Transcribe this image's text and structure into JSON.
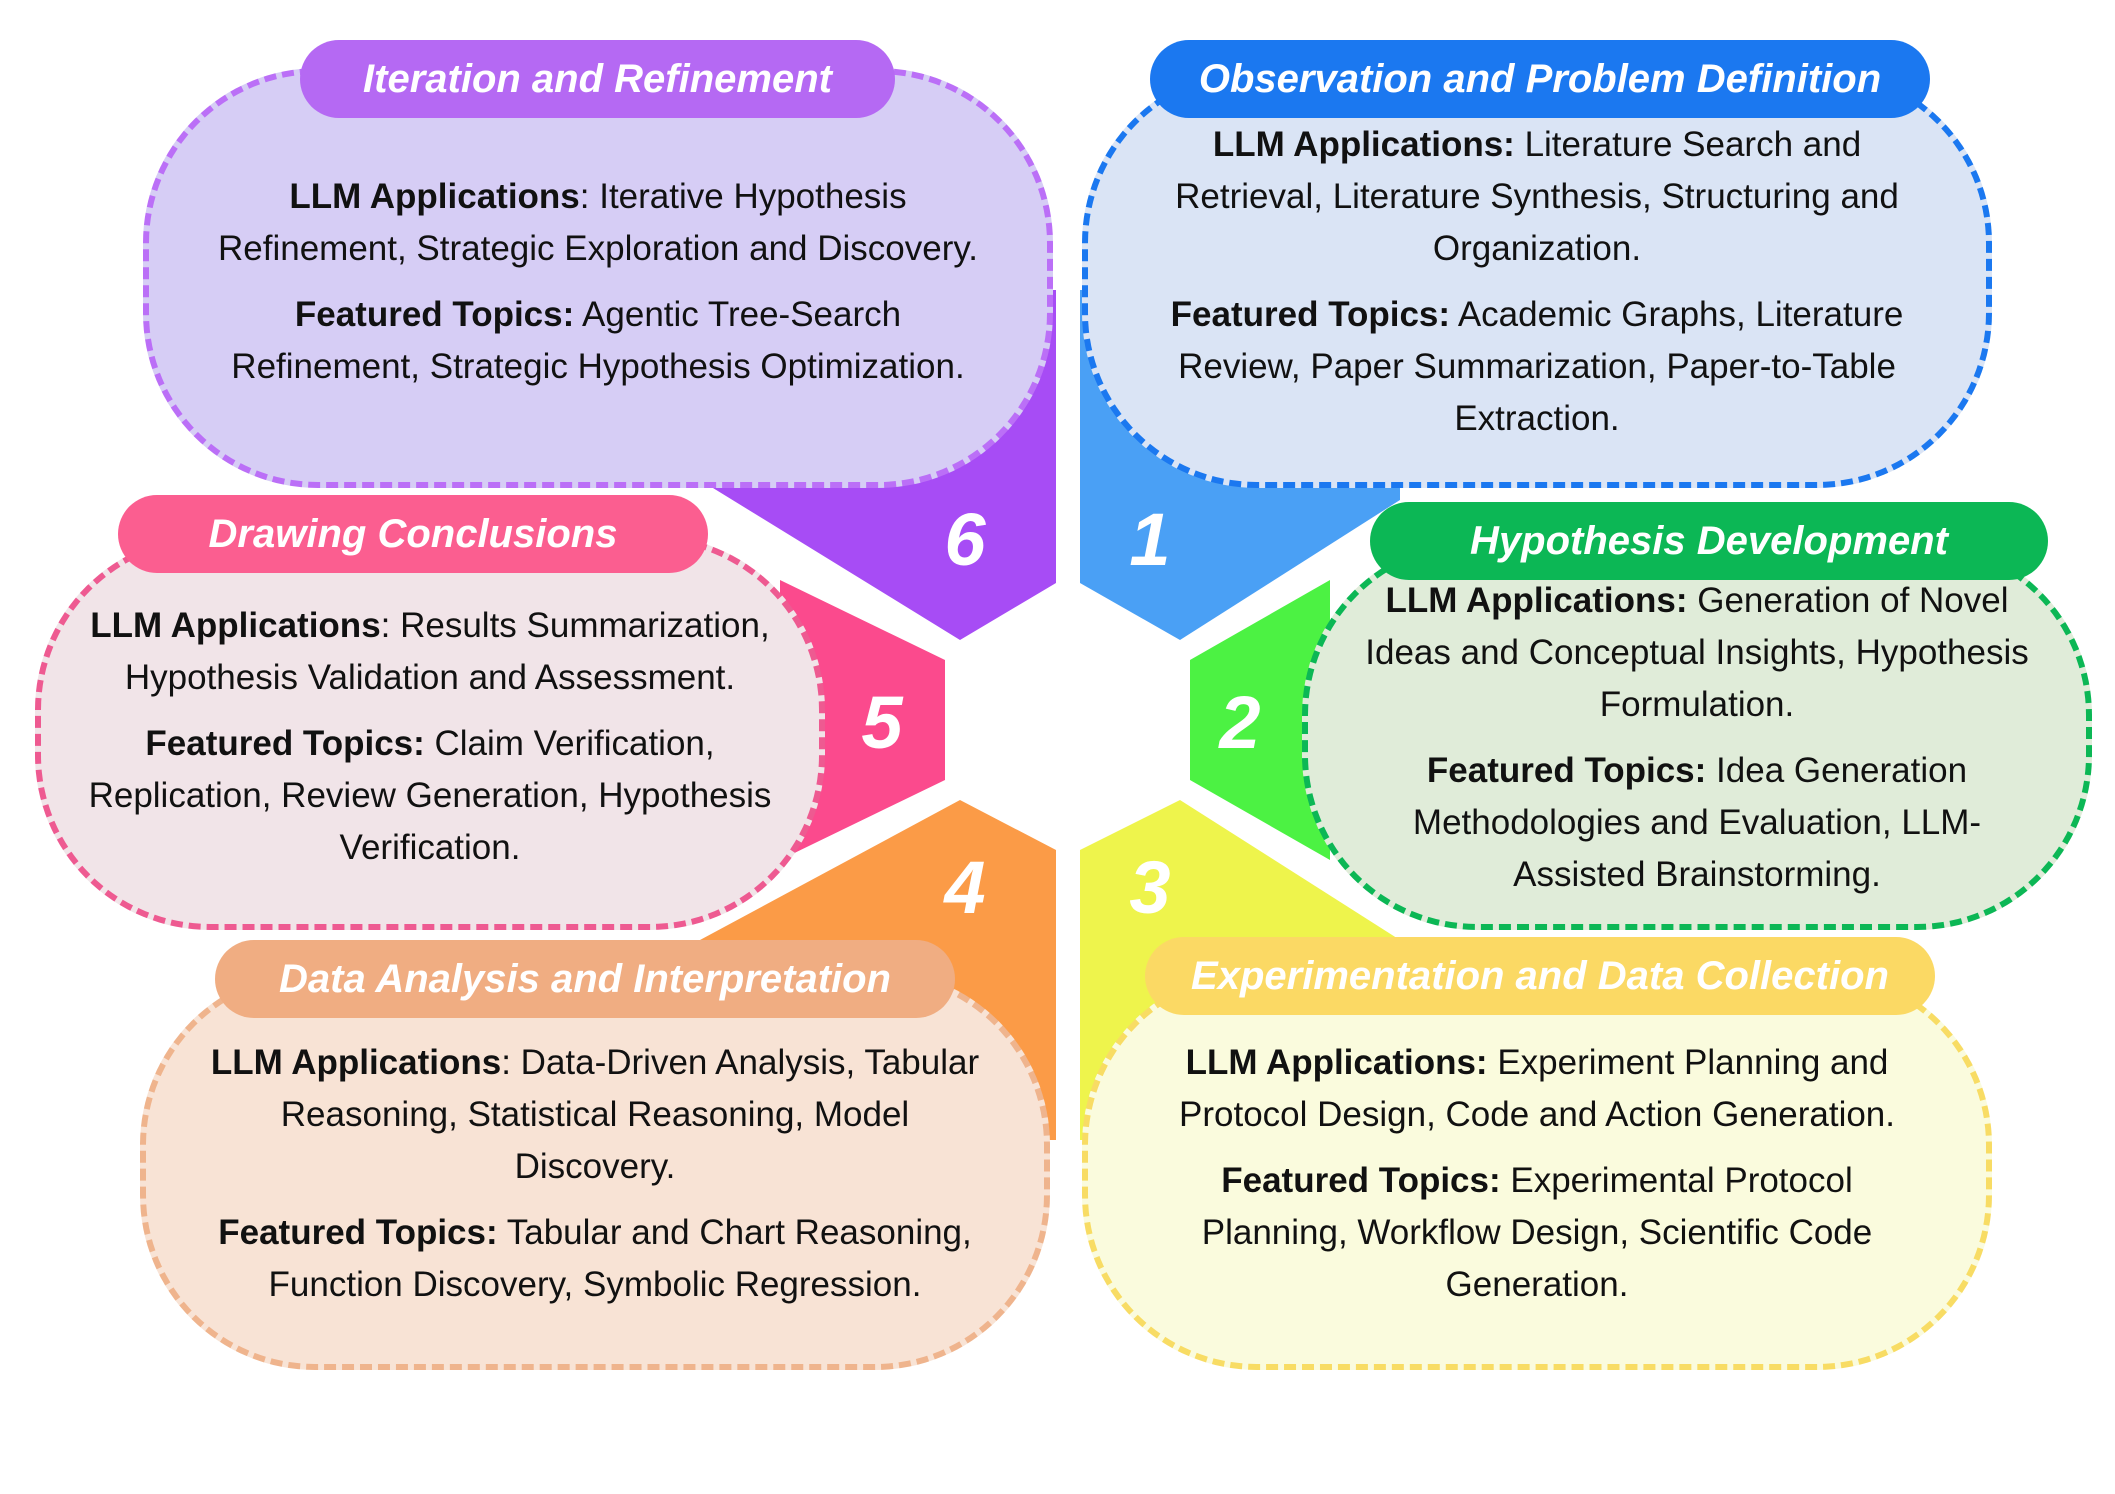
{
  "colors": {
    "step1": "#4aa0f5",
    "step2": "#4cf243",
    "step3": "#eef44c",
    "step4": "#fb9b47",
    "step5": "#fb4a8d",
    "step6": "#a74cf5"
  },
  "stages": [
    {
      "number": "1",
      "title": "Observation and Problem Definition",
      "apps_label": "LLM Applications:",
      "apps_text": " Literature Search and Retrieval, Literature Synthesis, Structuring and Organization.",
      "topics_label": "Featured Topics:",
      "topics_text": " Academic Graphs, Literature Review, Paper Summarization, Paper-to-Table Extraction."
    },
    {
      "number": "2",
      "title": "Hypothesis Development",
      "apps_label": "LLM Applications:",
      "apps_text": " Generation of Novel Ideas and Conceptual Insights, Hypothesis Formulation.",
      "topics_label": "Featured Topics:",
      "topics_text": " Idea Generation Methodologies and Evaluation, LLM-Assisted Brainstorming."
    },
    {
      "number": "3",
      "title": "Experimentation and Data Collection",
      "apps_label": "LLM Applications:",
      "apps_text": " Experiment Planning and Protocol Design, Code and Action Generation.",
      "topics_label": "Featured Topics:",
      "topics_text": " Experimental Protocol Planning, Workflow Design, Scientific Code Generation."
    },
    {
      "number": "4",
      "title": "Data Analysis and Interpretation",
      "apps_label": "LLM Applications",
      "apps_text": ": Data-Driven Analysis, Tabular Reasoning, Statistical Reasoning, Model Discovery.",
      "topics_label": "Featured Topics:",
      "topics_text": " Tabular and Chart Reasoning, Function Discovery, Symbolic Regression."
    },
    {
      "number": "5",
      "title": "Drawing Conclusions",
      "apps_label": "LLM Applications",
      "apps_text": ": Results Summarization, Hypothesis Validation and Assessment.",
      "topics_label": "Featured Topics:",
      "topics_text": " Claim Verification, Replication, Review Generation, Hypothesis Verification."
    },
    {
      "number": "6",
      "title": "Iteration and Refinement",
      "apps_label": "LLM Applications",
      "apps_text": ": Iterative Hypothesis Refinement, Strategic Exploration and Discovery.",
      "topics_label": "Featured Topics:",
      "topics_text": " Agentic Tree-Search Refinement, Strategic Hypothesis Optimization."
    }
  ]
}
